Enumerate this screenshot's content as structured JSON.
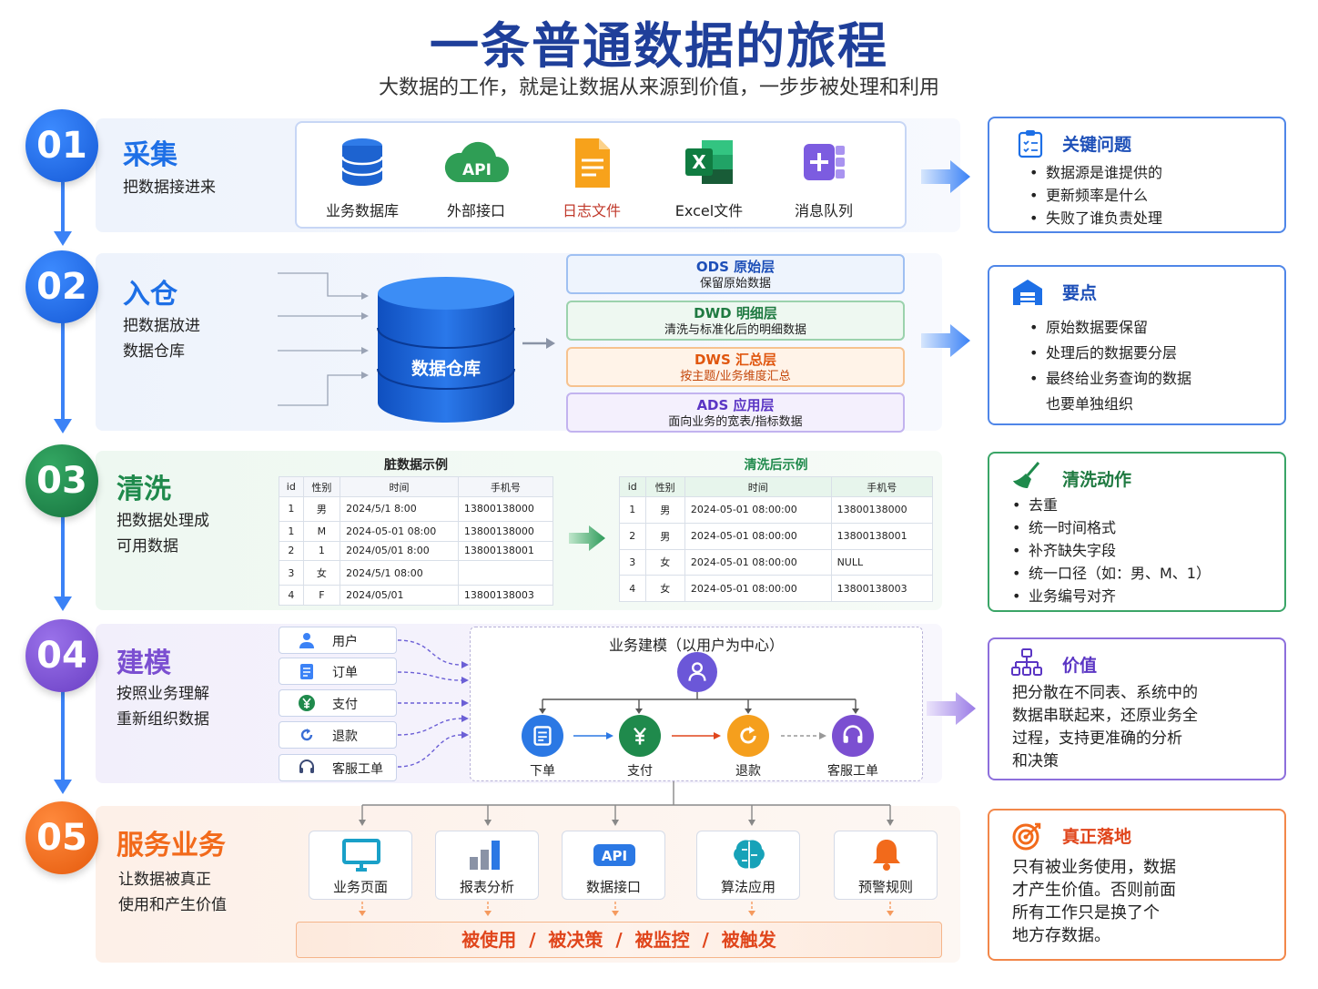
{
  "title": "一条普通数据的旅程",
  "subtitle": "大数据的工作，就是让数据从来源到价值，一步步被处理和利用",
  "colors": {
    "blue": "#1d6fe6",
    "green": "#1f8a4c",
    "purple": "#7b4fd1",
    "orange": "#f26a1b",
    "navy": "#1f3f9a"
  },
  "steps": [
    {
      "num": "01",
      "name": "采集",
      "desc": "把数据接进来"
    },
    {
      "num": "02",
      "name": "入仓",
      "desc": "把数据放进\n数据仓库"
    },
    {
      "num": "03",
      "name": "清洗",
      "desc": "把数据处理成\n可用数据"
    },
    {
      "num": "04",
      "name": "建模",
      "desc": "按照业务理解\n重新组织数据"
    },
    {
      "num": "05",
      "name": "服务业务",
      "desc": "让数据被真正\n使用和产生价值"
    }
  ],
  "sources": [
    {
      "label": "业务数据库",
      "icon": "database-icon"
    },
    {
      "label": "外部接口",
      "icon": "api-cloud-icon"
    },
    {
      "label": "日志文件",
      "icon": "log-file-icon"
    },
    {
      "label": "Excel文件",
      "icon": "excel-icon"
    },
    {
      "label": "消息队列",
      "icon": "message-queue-icon"
    }
  ],
  "warehouse": {
    "label": "数据仓库"
  },
  "layers": [
    {
      "name": "ODS  原始层",
      "desc": "保留原始数据"
    },
    {
      "name": "DWD  明细层",
      "desc": "清洗与标准化后的明细数据"
    },
    {
      "name": "DWS  汇总层",
      "desc": "按主题/业务维度汇总"
    },
    {
      "name": "ADS  应用层",
      "desc": "面向业务的宽表/指标数据"
    }
  ],
  "dirty": {
    "title": "脏数据示例",
    "headers": [
      "id",
      "性别",
      "时间",
      "手机号"
    ],
    "rows": [
      [
        "1",
        "男",
        "2024/5/1 8:00",
        "13800138000"
      ],
      [
        "1",
        "M",
        "2024-05-01 08:00",
        "13800138000"
      ],
      [
        "2",
        "1",
        "2024/05/01 8:00",
        "13800138001"
      ],
      [
        "3",
        "女",
        "2024/5/1 08:00",
        ""
      ],
      [
        "4",
        "F",
        "2024/05/01",
        "13800138003"
      ]
    ]
  },
  "clean": {
    "title": "清洗后示例",
    "headers": [
      "id",
      "性别",
      "时间",
      "手机号"
    ],
    "rows": [
      [
        "1",
        "男",
        "2024-05-01 08:00:00",
        "13800138000"
      ],
      [
        "2",
        "男",
        "2024-05-01 08:00:00",
        "13800138001"
      ],
      [
        "3",
        "女",
        "2024-05-01 08:00:00",
        "NULL"
      ],
      [
        "4",
        "女",
        "2024-05-01 08:00:00",
        "13800138003"
      ]
    ]
  },
  "entities": [
    {
      "label": "用户",
      "icon": "user-icon"
    },
    {
      "label": "订单",
      "icon": "order-icon"
    },
    {
      "label": "支付",
      "icon": "yen-icon"
    },
    {
      "label": "退款",
      "icon": "refund-icon"
    },
    {
      "label": "客服工单",
      "icon": "headset-icon"
    }
  ],
  "model": {
    "title": "业务建模（以用户为中心）",
    "nodes": [
      "下单",
      "支付",
      "退款",
      "客服工单"
    ]
  },
  "services": [
    {
      "label": "业务页面",
      "icon": "monitor-icon"
    },
    {
      "label": "报表分析",
      "icon": "bar-chart-icon"
    },
    {
      "label": "数据接口",
      "icon": "api-icon"
    },
    {
      "label": "算法应用",
      "icon": "brain-icon"
    },
    {
      "label": "预警规则",
      "icon": "bell-icon"
    }
  ],
  "service_bar": "被使用  /  被决策  /  被监控  /  被触发",
  "api_text": "API",
  "excel_letter": "X",
  "boxes": [
    {
      "title": "关键问题",
      "items": [
        "数据源是谁提供的",
        "更新频率是什么",
        "失败了谁负责处理"
      ]
    },
    {
      "title": "要点",
      "items": [
        "原始数据要保留",
        "处理后的数据要分层",
        "最终给业务查询的数据\n也要单独组织"
      ]
    },
    {
      "title": "清洗动作",
      "items": [
        "去重",
        "统一时间格式",
        "补齐缺失字段",
        "统一口径（如：男、M、1）",
        "业务编号对齐"
      ]
    },
    {
      "title": "价值",
      "text": "把分散在不同表、系统中的\n数据串联起来，还原业务全\n过程，支持更准确的分析\n和决策"
    },
    {
      "title": "真正落地",
      "text": "只有被业务使用，数据\n才产生价值。否则前面\n所有工作只是换了个\n地方存数据。"
    }
  ]
}
